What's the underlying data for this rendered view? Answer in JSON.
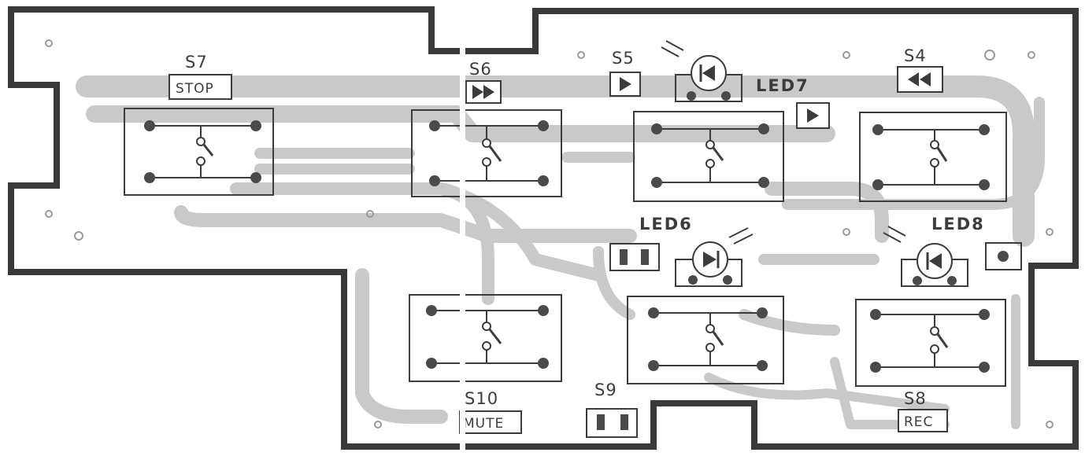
{
  "switches": [
    {
      "id": "S7",
      "caption": "STOP"
    },
    {
      "id": "S6",
      "caption": ""
    },
    {
      "id": "S5",
      "caption": ""
    },
    {
      "id": "S4",
      "caption": ""
    },
    {
      "id": "S10",
      "caption": "MUTE"
    },
    {
      "id": "S9",
      "caption": ""
    },
    {
      "id": "S8",
      "caption": "REC"
    }
  ],
  "leds": [
    {
      "id": "LED7"
    },
    {
      "id": "LED6"
    },
    {
      "id": "LED8"
    }
  ],
  "symbols": {
    "s6": "fast-forward-icon",
    "s5": "play-icon",
    "led7": "play-icon",
    "s4": "rewind-icon"
  },
  "colors": {
    "board_outline": "#3a3a3a",
    "copper_trace": "#c9c9c9",
    "pad": "#4a4a4a",
    "ink": "#3c3c3c"
  }
}
